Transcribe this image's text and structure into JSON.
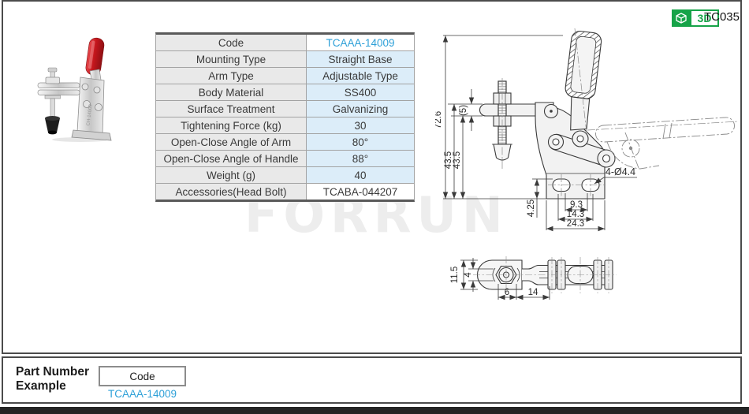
{
  "page": {
    "code": "TC035",
    "badge_3d_label": "3D"
  },
  "watermark": "FORRUN",
  "photo": {
    "body_stamp": "CH-14009"
  },
  "spec_table": {
    "rows": [
      {
        "label": "Code",
        "value": "TCAAA-14009"
      },
      {
        "label": "Mounting Type",
        "value": "Straight Base"
      },
      {
        "label": "Arm Type",
        "value": "Adjustable Type"
      },
      {
        "label": "Body Material",
        "value": "SS400"
      },
      {
        "label": "Surface Treatment",
        "value": "Galvanizing"
      },
      {
        "label": "Tightening Force (kg)",
        "value": "30"
      },
      {
        "label": "Open-Close Angle of Arm",
        "value": "80°"
      },
      {
        "label": "Open-Close Angle of Handle",
        "value": "88°"
      },
      {
        "label": "Weight (g)",
        "value": "40"
      },
      {
        "label": "Accessories(Head Bolt)",
        "value": "TCABA-044207"
      }
    ]
  },
  "drawing": {
    "front": {
      "total_height": "72.6",
      "height_left": "43.5",
      "height_right": "43.5",
      "arm_thickness": "(5)",
      "hole_offset": "4.25",
      "hole_pitch_inner": "9.3",
      "hole_pitch_outer": "14.3",
      "base_width": "24.3",
      "hole_callout": "4-Ø4.4"
    },
    "top": {
      "arm_end_width": "11.5",
      "slot_width": "4",
      "nut_width": "6",
      "neck_length": "14"
    }
  },
  "part_example": {
    "title_line1": "Part Number",
    "title_line2": "Example",
    "box_label": "Code",
    "code": "TCAAA-14009"
  },
  "colors": {
    "accent_blue": "#2da0d8",
    "badge_green": "#16a348",
    "table_label_bg": "#e9e9e9",
    "table_value_bg": "#dcedf9",
    "bottom_bar": "#242424"
  }
}
